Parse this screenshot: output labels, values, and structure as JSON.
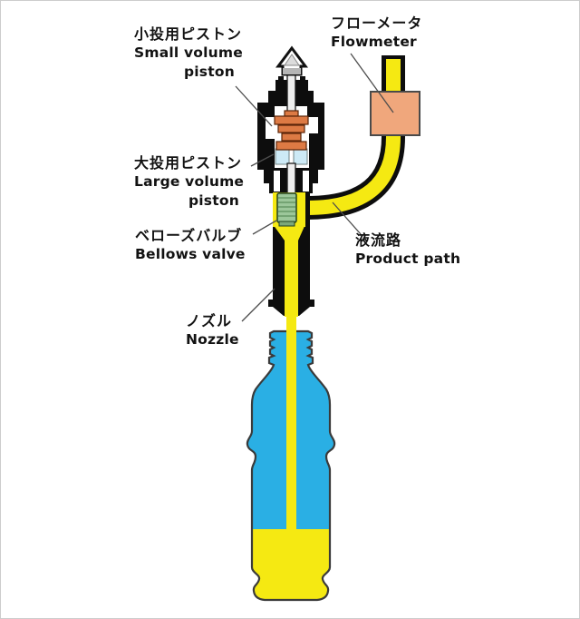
{
  "page": {
    "border_color": "#cccccc",
    "background": "#ffffff"
  },
  "diagram": {
    "labels": {
      "small_piston": {
        "jp": "小投用ピストン",
        "en_line1": "Small volume",
        "en_line2": "piston"
      },
      "flowmeter": {
        "jp": "フローメータ",
        "en": "Flowmeter"
      },
      "large_piston": {
        "jp": "大投用ピストン",
        "en_line1": "Large volume",
        "en_line2": "piston"
      },
      "bellows_valve": {
        "jp": "ベローズバルブ",
        "en": "Bellows valve"
      },
      "nozzle": {
        "jp": "ノズル",
        "en": "Nozzle"
      },
      "product_path": {
        "jp": "液流路",
        "en": "Product path"
      }
    },
    "components": {
      "flowmeter_box": "flowmeter",
      "product_tube": "product path tube",
      "valve_body": "filling valve body",
      "small_piston": "small volume piston",
      "large_piston_chamber": "large volume piston chamber",
      "bellows_valve": "bellows valve",
      "nozzle": "nozzle",
      "bottle": "PET bottle being filled",
      "liquid": "filled product liquid"
    },
    "colors": {
      "page_border": "#cccccc",
      "product_yellow": "#f5e912",
      "bottle_cyan": "#2aafe4",
      "flowmeter_fill": "#f0a77c",
      "piston_orange": "#dd7a44",
      "bellows_green": "#9cc79a",
      "piston_chamber_blue": "#cdeaf6",
      "body_black": "#0d0d0d",
      "leader_gray": "#4d4d4d"
    }
  }
}
